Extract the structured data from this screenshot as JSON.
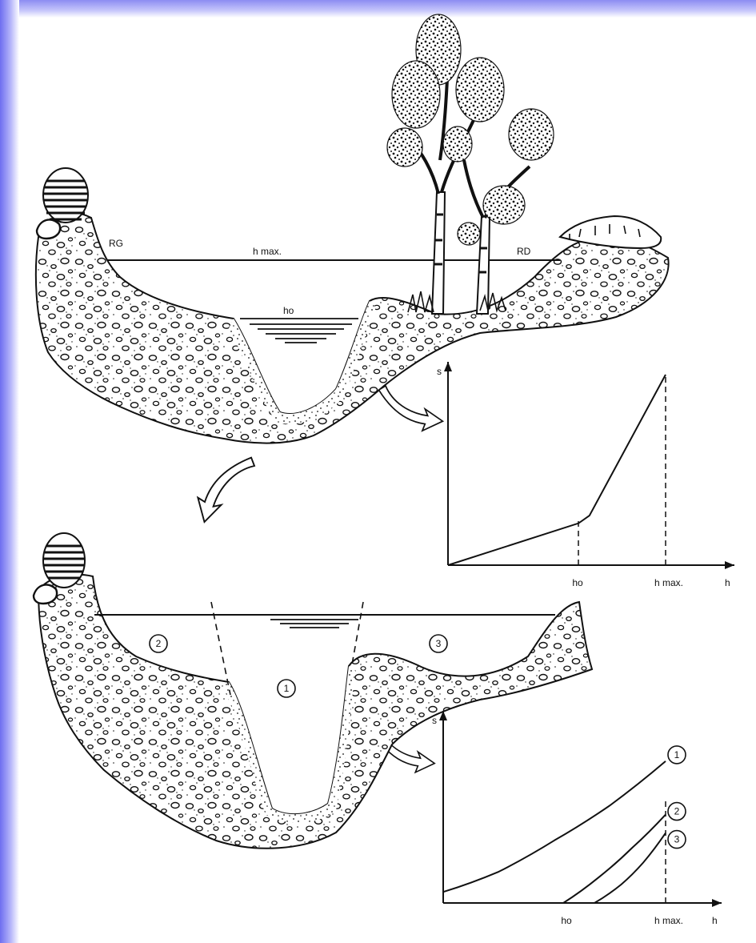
{
  "colors": {
    "edge_bar": "#8c8cf2",
    "ink": "#111111",
    "background": "#ffffff"
  },
  "icons": {
    "tree": "birch-tree-icon",
    "arrow": "curved-arrow-icon",
    "bank_cap": "hay-bale-icon"
  },
  "upper_section": {
    "left_bank_label": "RG",
    "right_bank_label": "RD",
    "high_water_label": "h max.",
    "low_water_label": "ho"
  },
  "lower_section": {
    "zones": [
      "2",
      "1",
      "3"
    ]
  },
  "chart_data": [
    {
      "type": "line",
      "ylabel": "s",
      "xlabel": "h",
      "x_tick_labels": [
        "ho",
        "h max."
      ],
      "series": [
        {
          "x": [
            0,
            0.6,
            0.65,
            1.0
          ],
          "y": [
            0,
            0.22,
            0.26,
            1.0
          ]
        }
      ]
    },
    {
      "type": "line",
      "ylabel": "s",
      "xlabel": "h",
      "x_tick_labels": [
        "ho",
        "h max."
      ],
      "series": [
        {
          "name": "1",
          "x": [
            0,
            0.25,
            0.5,
            0.75,
            1.0
          ],
          "y": [
            0.06,
            0.17,
            0.34,
            0.53,
            0.77
          ]
        },
        {
          "name": "2",
          "x": [
            0.54,
            0.7,
            0.85,
            1.0
          ],
          "y": [
            0,
            0.14,
            0.3,
            0.48
          ]
        },
        {
          "name": "3",
          "x": [
            0.68,
            0.8,
            0.9,
            1.0
          ],
          "y": [
            0,
            0.1,
            0.22,
            0.38
          ]
        }
      ]
    }
  ]
}
